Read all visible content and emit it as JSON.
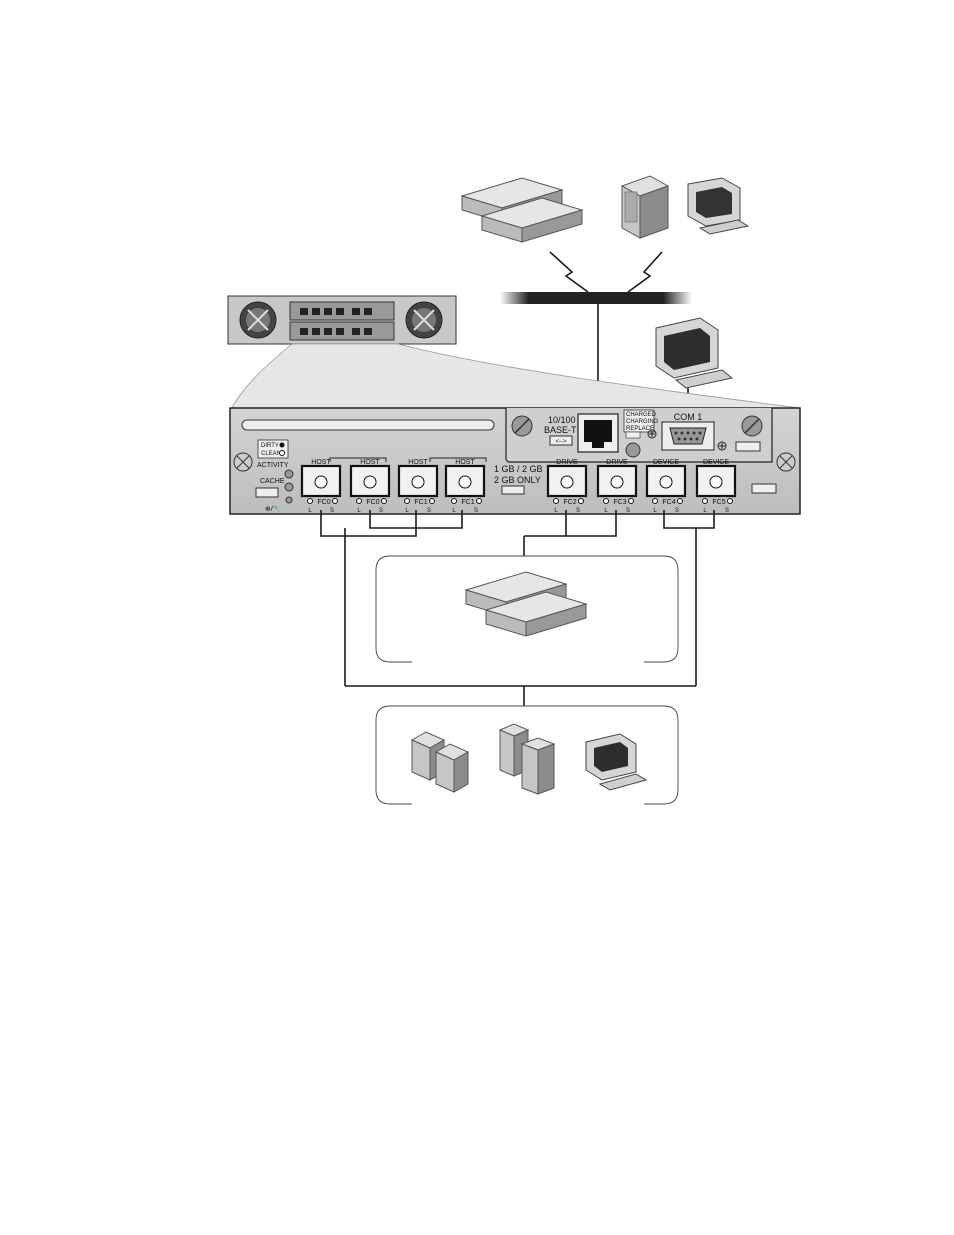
{
  "panel": {
    "ethernet_label_line1": "10/100",
    "ethernet_label_line2": "BASE-T",
    "ethernet_arrow_glyph": "<-->",
    "com_label": "COM 1",
    "status_leds": [
      "CHARGED",
      "CHARGING",
      "REPLACE"
    ],
    "dirty_label": "DIRTY",
    "clean_label": "CLEAN",
    "activity_label": "ACTIVITY",
    "cache_label": "CACHE",
    "tool_symbol": "⊕/🔧",
    "speed_note_line1": "1 GB / 2 GB",
    "speed_note_line2": "2 GB ONLY",
    "ports": [
      {
        "top": "HOST",
        "bottom": "FC0"
      },
      {
        "top": "HOST",
        "bottom": "FC0"
      },
      {
        "top": "HOST",
        "bottom": "FC1"
      },
      {
        "top": "HOST",
        "bottom": "FC1"
      },
      {
        "top": "DRIVE",
        "bottom": "FC2"
      },
      {
        "top": "DRIVE",
        "bottom": "FC3"
      },
      {
        "top": "DEVICE",
        "bottom": "FC4"
      },
      {
        "top": "DEVICE",
        "bottom": "FC5"
      }
    ],
    "led_left": "L",
    "led_right": "S"
  },
  "icons": {
    "top_storage": "storage-array-icon",
    "top_tower": "tower-server-icon",
    "top_workstation": "workstation-icon",
    "serial_workstation": "workstation-icon",
    "middle_storage": "storage-array-icon",
    "bottom_servers": [
      "rack-server-icon",
      "tower-server-icon",
      "workstation-icon"
    ]
  }
}
